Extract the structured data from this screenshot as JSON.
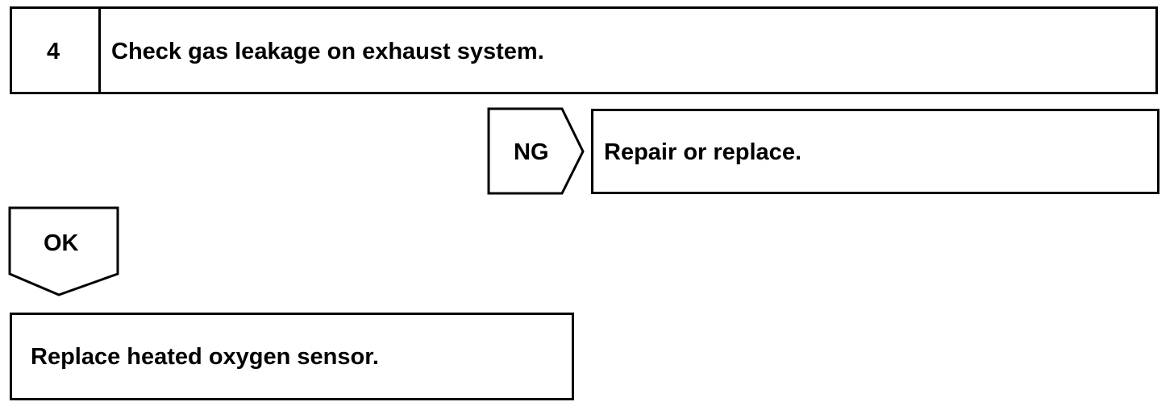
{
  "step": {
    "number": "4",
    "title": "Check gas leakage on exhaust system."
  },
  "ng_branch": {
    "label": "NG",
    "action": "Repair or replace."
  },
  "ok_branch": {
    "label": "OK",
    "action": "Replace heated oxygen sensor."
  }
}
